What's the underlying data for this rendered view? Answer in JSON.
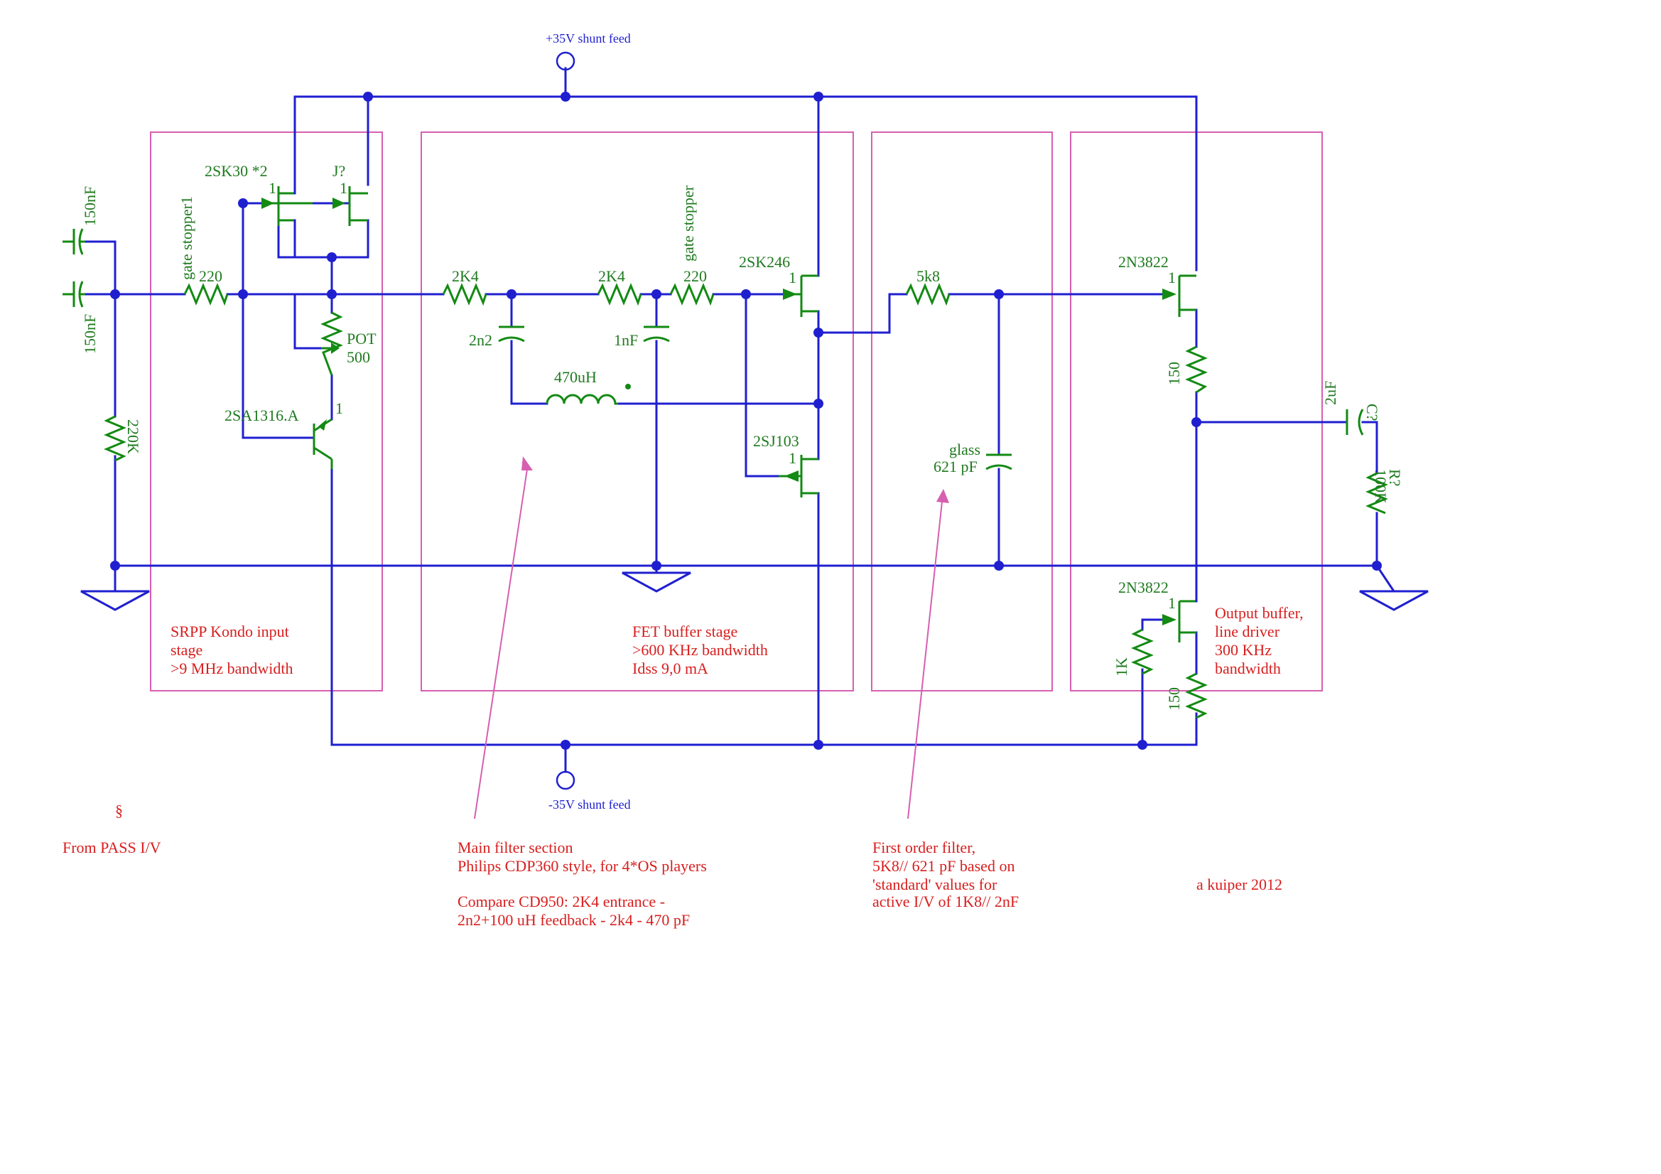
{
  "supply": {
    "positive": "+35V shunt feed",
    "negative": "-35V shunt feed"
  },
  "components": {
    "c_in_top": "150nF",
    "c_in_bottom": "150nF",
    "r_220k": "220K",
    "gate_stopper1": "gate stopper1",
    "r_gate1": "220",
    "jfet_pair": "2SK30 *2",
    "jfet_j": "J?",
    "pin_1": "1",
    "pot_name": "POT",
    "pot_value": "500",
    "bjt": "2SA1316.A",
    "r_2k4_a": "2K4",
    "r_2k4_b": "2K4",
    "gate_stopper": "gate stopper",
    "r_gate2": "220",
    "c_2n2": "2n2",
    "c_1nf": "1nF",
    "inductor": "470uH",
    "fet_top": "2SK246",
    "fet_bottom": "2SJ103",
    "r_5k8": "5k8",
    "c_glass": "glass",
    "c_glass_value": "621 pF",
    "out_fet_top": "2N3822",
    "out_fet_bottom": "2N3822",
    "r_150_top": "150",
    "r_150_bottom": "150",
    "r_1k": "1K",
    "c_out_name": "C?",
    "c_out_value": "2uF",
    "r_out_name": "R?",
    "r_out_value": "100K"
  },
  "notes": {
    "srpp": [
      "SRPP Kondo input",
      "stage",
      ">9 MHz bandwidth"
    ],
    "fet_buffer": [
      "FET buffer stage",
      ">600 KHz bandwidth",
      "Idss 9,0 mA"
    ],
    "output_buffer": [
      "Output buffer,",
      "line driver",
      "300 KHz",
      "bandwidth"
    ],
    "section_mark": "§",
    "from_pass": "From PASS I/V",
    "main_filter": [
      "Main filter section",
      "Philips CDP360 style,  for 4*OS players",
      "",
      "Compare CD950: 2K4 entrance -",
      "2n2+100 uH feedback - 2k4 - 470 pF"
    ],
    "first_order": [
      "First order filter,",
      "5K8// 621 pF based on",
      "'standard' values for",
      "active I/V of 1K8// 2nF"
    ],
    "author": "a kuiper 2012"
  }
}
